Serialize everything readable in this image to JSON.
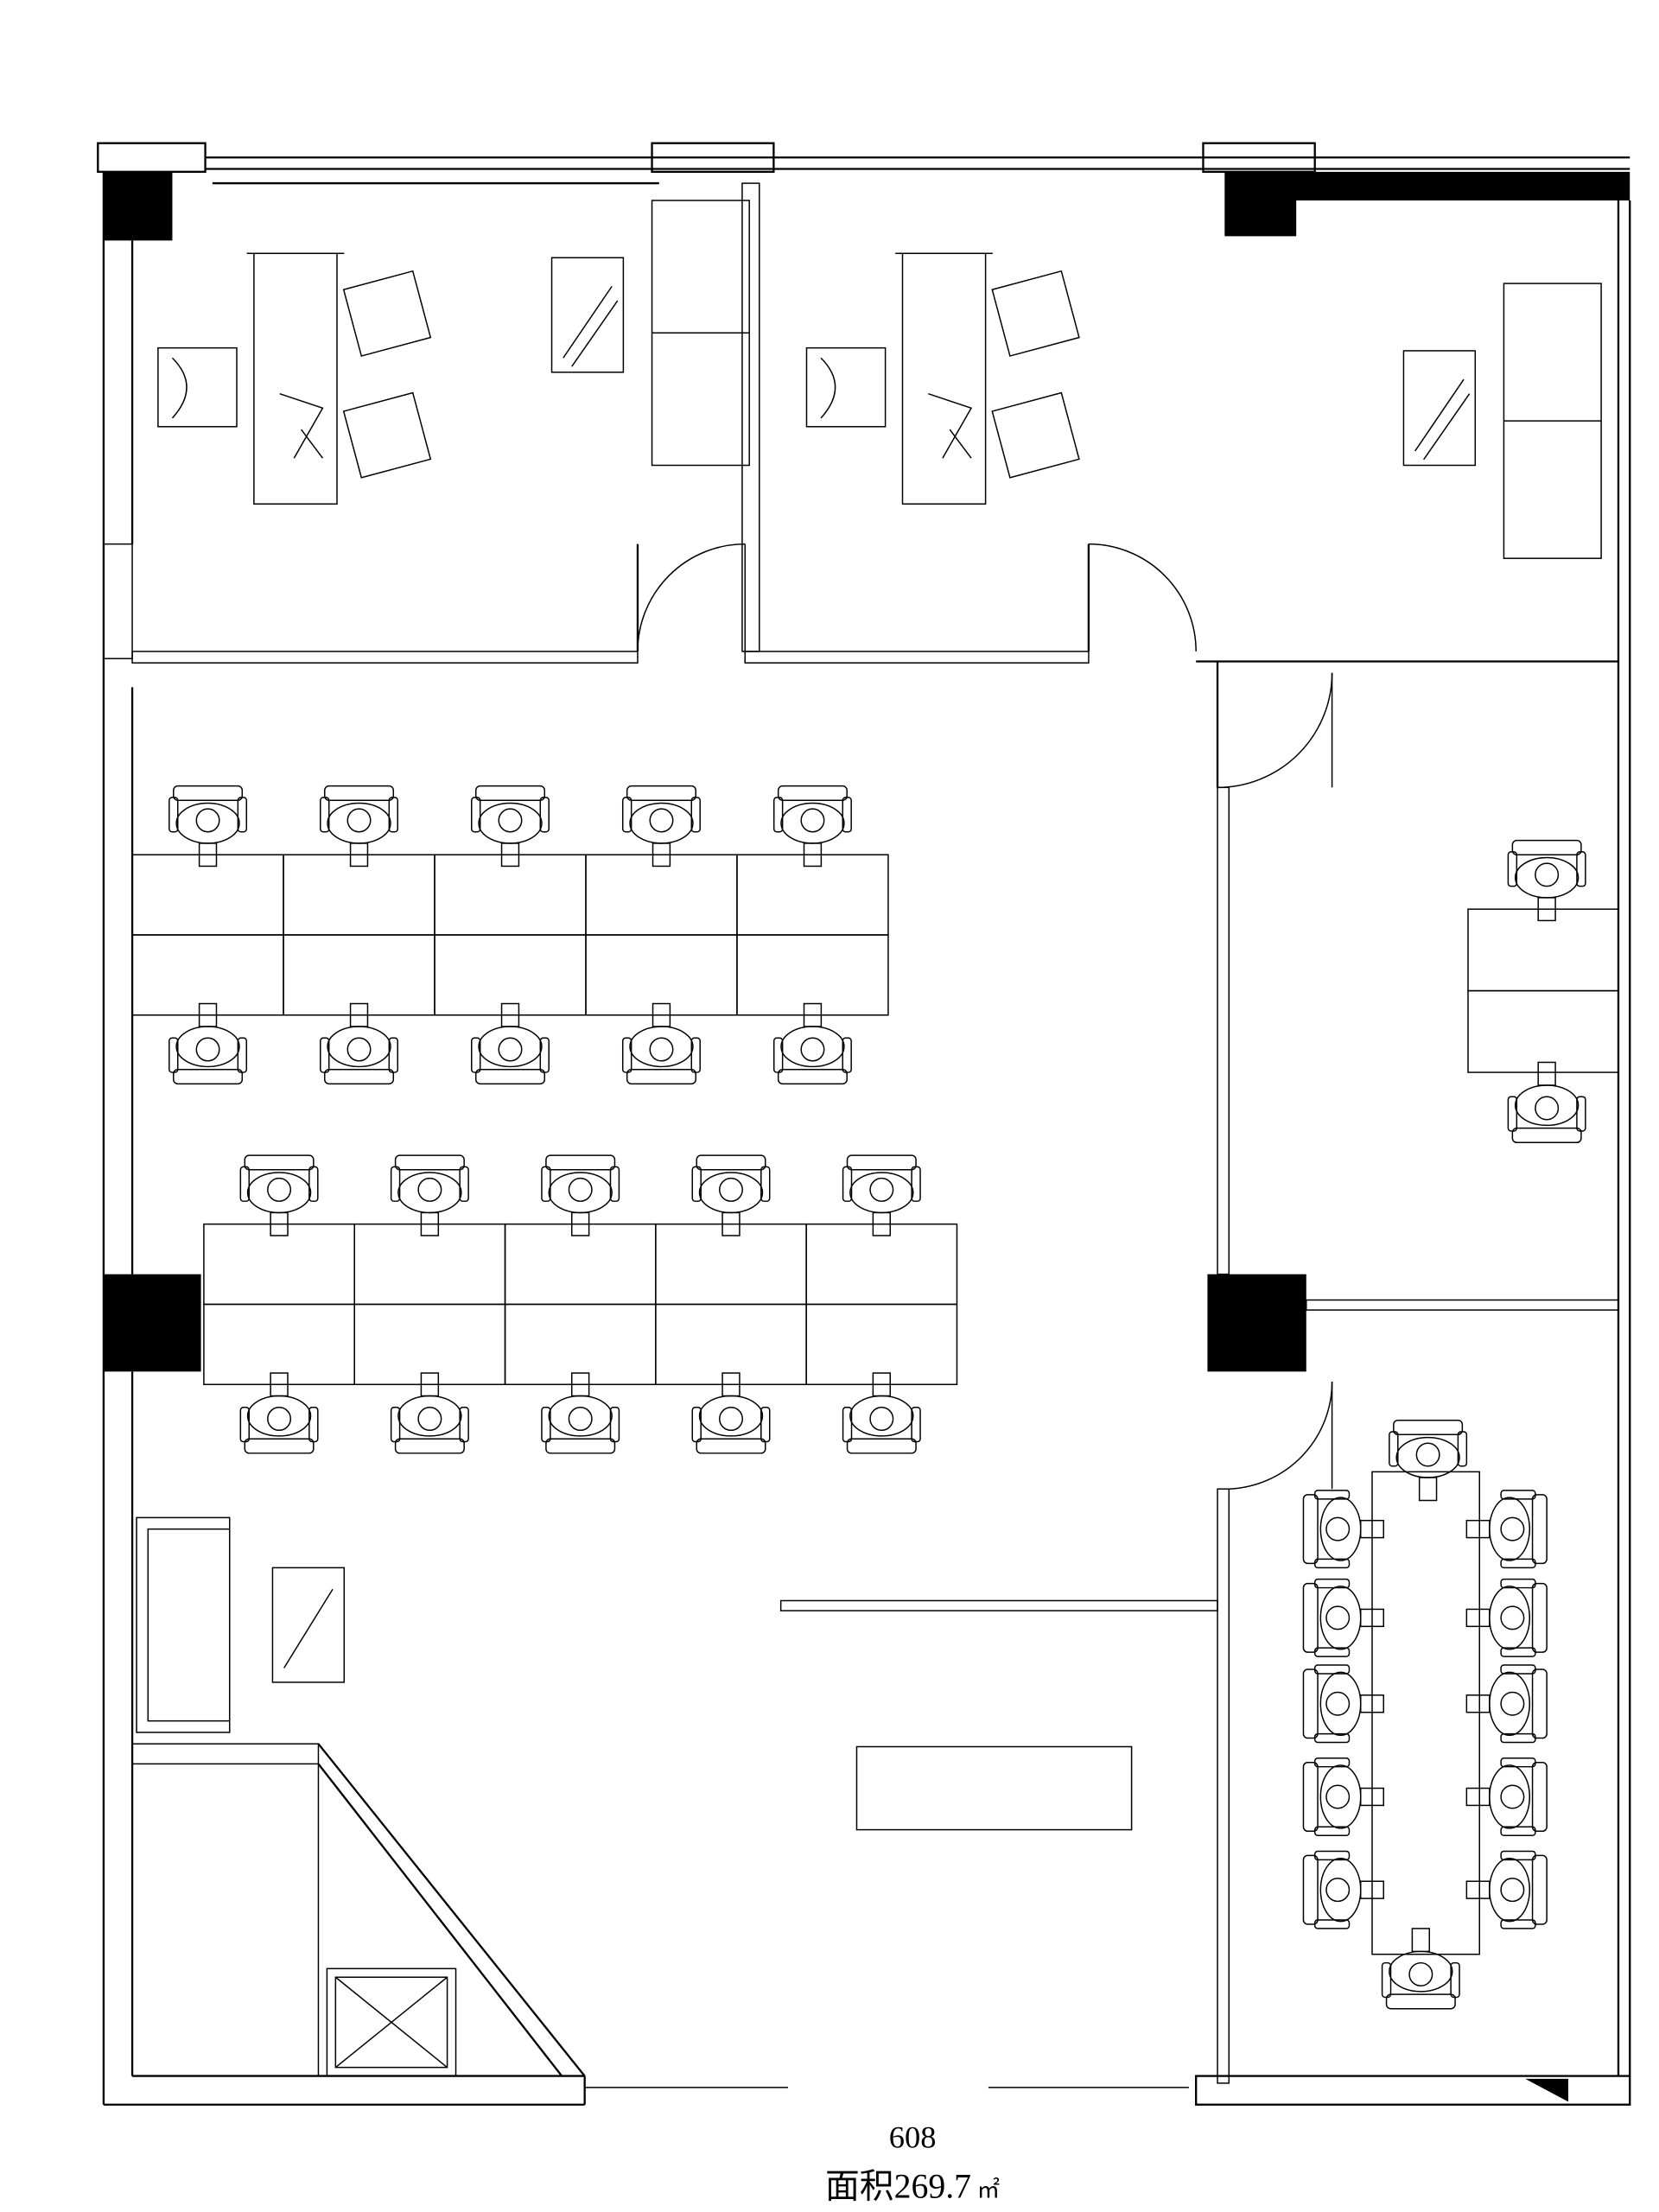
{
  "unit_number": "608",
  "area": {
    "label": "面积",
    "value": "269.7",
    "unit": "㎡"
  }
}
